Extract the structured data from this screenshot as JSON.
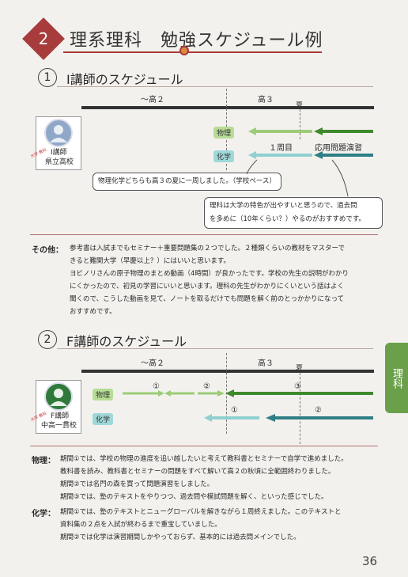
{
  "header": {
    "section_number": "2",
    "title": "理系理科　勉強スケジュール例"
  },
  "schedule1": {
    "number": "1",
    "title": "I講師のスケジュール",
    "tick_left": "～高２",
    "tick_mid": "高３",
    "tick_summer": "夏",
    "person_name": "I講師",
    "person_school": "県立高校",
    "stamp_text": "大学 教科",
    "tag_physics": "物理",
    "tag_chem": "化学",
    "label_first": "１周目",
    "label_applied": "応用問題演習",
    "callout1": "物理化学どちらも高３の夏に一周しました。（学校ペース）",
    "callout2_line1": "理科は大学の特色が出やすいと思うので、過去問",
    "callout2_line2": "を多めに（10年くらい？）やるのがおすすめです。"
  },
  "notes1": {
    "label": "その他：",
    "lines": [
      "参考書は入試までもセミナー＋重要問題集の２つでした。２種類くらいの教材をマスターで",
      "きると難関大学（早慶以上？）にはいいと思います。",
      "ヨビノリさんの原子物理のまとめ動画（4時間）が良かったです。学校の先生の説明がわかり",
      "にくかったので、初見の学習にいいと思います。理科の先生がわかりにくいという話はよく",
      "聞くので、こうした動画を見て、ノートを取るだけでも問題を解く前のとっかかりになって",
      "おすすめです。"
    ]
  },
  "schedule2": {
    "number": "2",
    "title": "F講師のスケジュール",
    "tick_left": "～高２",
    "tick_mid": "高３",
    "tick_summer": "夏",
    "person_name": "F講師",
    "person_school": "中高一貫校",
    "stamp_text": "大学 教科",
    "tag_physics": "物理",
    "tag_chem": "化学",
    "phys_p1": "①",
    "phys_p2": "②",
    "phys_p3": "③",
    "chem_p1": "①",
    "chem_p2": "②"
  },
  "notes2": {
    "physics_label": "物理：",
    "physics_lines": [
      "期間①では、学校の物理の進度を追い越したいと考えて教科書とセミナーで自学で進めました。",
      "教科書を読み、教科書とセミナーの問題をすべて解いて高２の秋頃に全範囲終わりました。",
      "期間②では名門の森を買って問題演習をしました。",
      "期間③では、塾のテキストをやりつつ、過去問や模試問題を解く、といった感じでした。"
    ],
    "chem_label": "化学：",
    "chem_lines": [
      "期間①では、塾のテキストとニューグローバルを解きながら１周終えました。このテキストと",
      "資料集の２点を入試が終わるまで重宝していました。",
      "期間②では化学は演習期間しかやっておらず、基本的には過去問メインでした。"
    ]
  },
  "side_tab": "理科",
  "page_number": "36",
  "colors": {
    "accent_red": "#a83b3b",
    "green_light": "#9ccc78",
    "green_dark": "#3f8a2e",
    "teal_light": "#8fd0d0",
    "teal_dark": "#2f7f86"
  }
}
